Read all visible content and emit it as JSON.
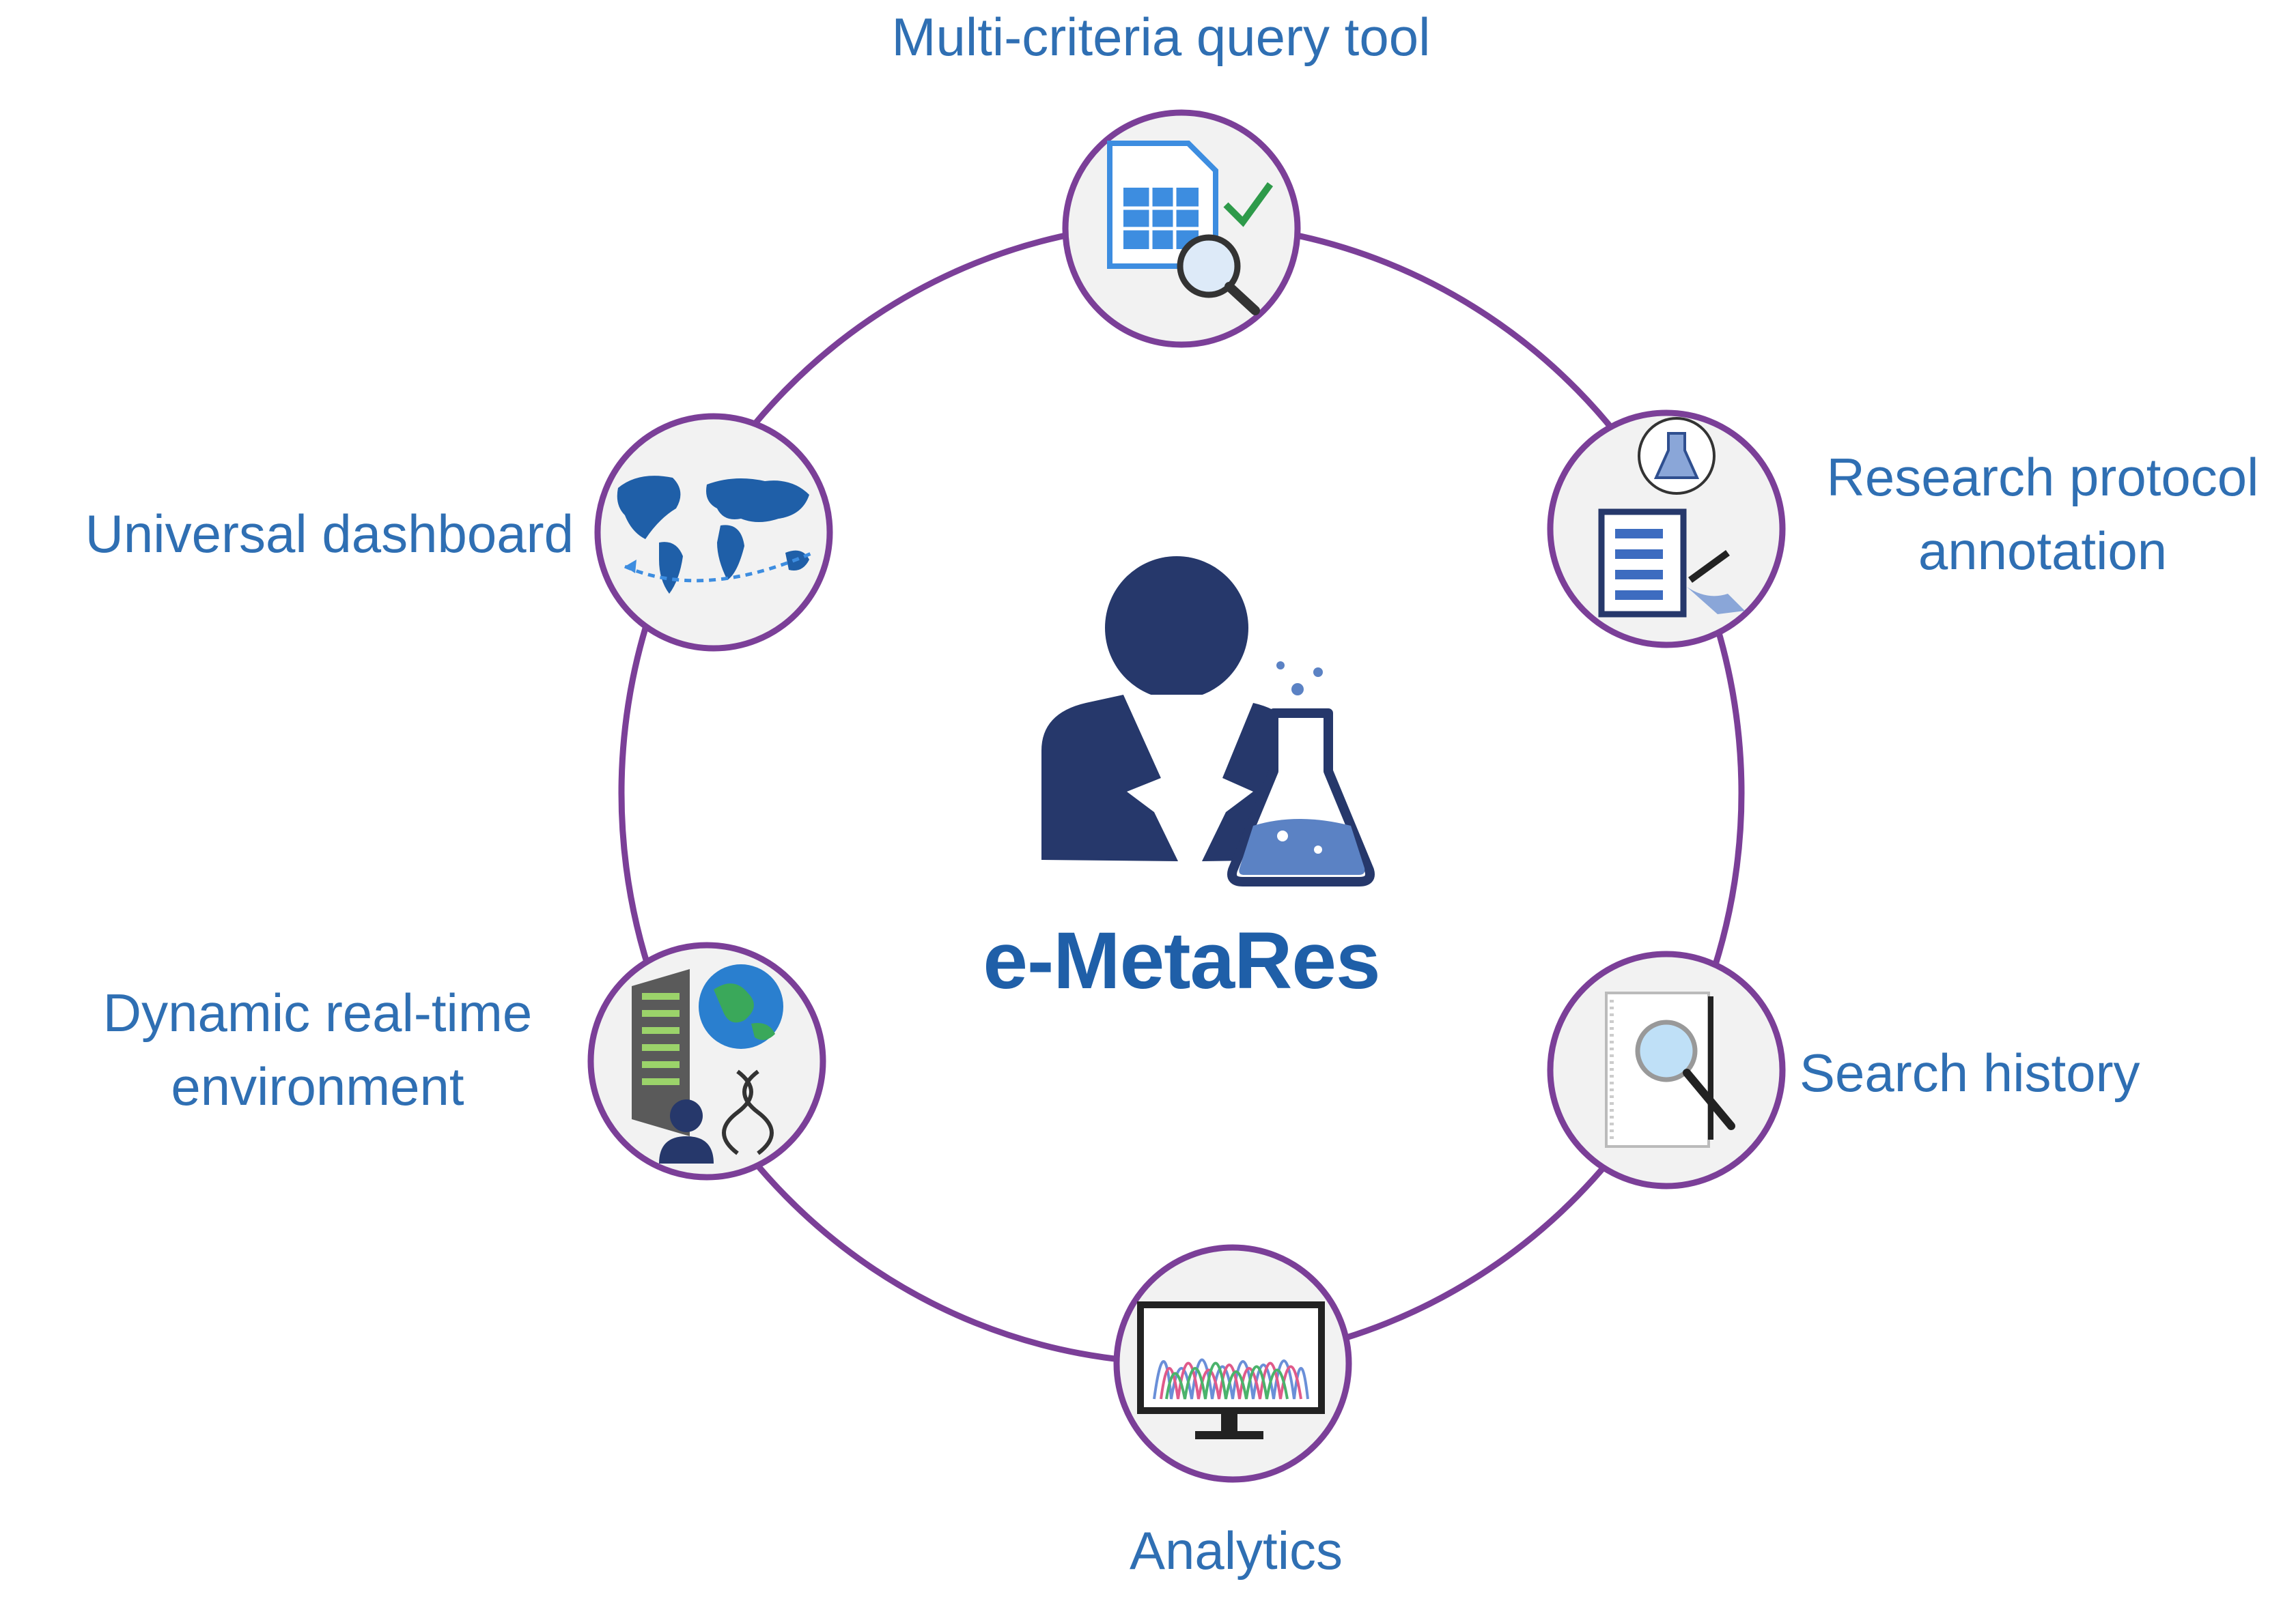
{
  "center": {
    "title": "e-MetaRes"
  },
  "modules": [
    {
      "id": "top",
      "label_lines": [
        "Multi-criteria query tool"
      ],
      "icon": "spreadsheet-magnifier-check-icon"
    },
    {
      "id": "upper-right",
      "label_lines": [
        "Research protocol",
        "annotation"
      ],
      "icon": "clipboard-flask-pen-icon"
    },
    {
      "id": "lower-right",
      "label_lines": [
        "Search history"
      ],
      "icon": "notebook-magnifier-icon"
    },
    {
      "id": "bottom",
      "label_lines": [
        "Analytics"
      ],
      "icon": "monitor-chromatogram-icon"
    },
    {
      "id": "lower-left",
      "label_lines": [
        "Dynamic real-time",
        "environment"
      ],
      "icon": "server-globe-dna-icon"
    },
    {
      "id": "upper-left",
      "label_lines": [
        "Universal dashboard"
      ],
      "icon": "world-map-icon"
    }
  ],
  "colors": {
    "ring": "#7b3f98",
    "label_text": "#2f6fb3",
    "title_text": "#1f5fa8",
    "scientist": "#26386b",
    "node_fill": "#f2f2f2"
  }
}
